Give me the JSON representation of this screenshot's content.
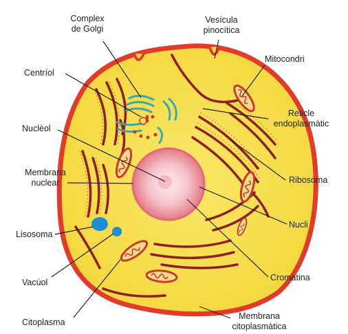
{
  "labels": {
    "golgi": [
      "Complex",
      "de Golgi"
    ],
    "vesicula": [
      "Vesícula",
      "pinocítica"
    ],
    "mitocondri": "Mitocondri",
    "centriol": "Centríol",
    "reticle": [
      "Reticle",
      "endoplasmàtic"
    ],
    "nucleol": "Nuclèol",
    "membrana_nuclear": [
      "Membrana",
      "nuclear"
    ],
    "ribosoma": "Ribosoma",
    "lisosoma": "Lisosoma",
    "nucli": "Nucli",
    "vacuol": "Vacúol",
    "cromatina": "Cromatina",
    "citoplasma": "Citoplasma",
    "membrana_cito": [
      "Membrana",
      "citoplasmàtica"
    ]
  },
  "colors": {
    "membrane": "#e03b2b",
    "cytoplasm": "#f7e04e",
    "reticulum": "#8e1f24",
    "golgi": "#3aa7b5",
    "lysosome": "#1d8fd6",
    "nucleus_edge": "#e47a86",
    "nucleus_center": "#fbe6ea",
    "leader_line": "#222222"
  }
}
